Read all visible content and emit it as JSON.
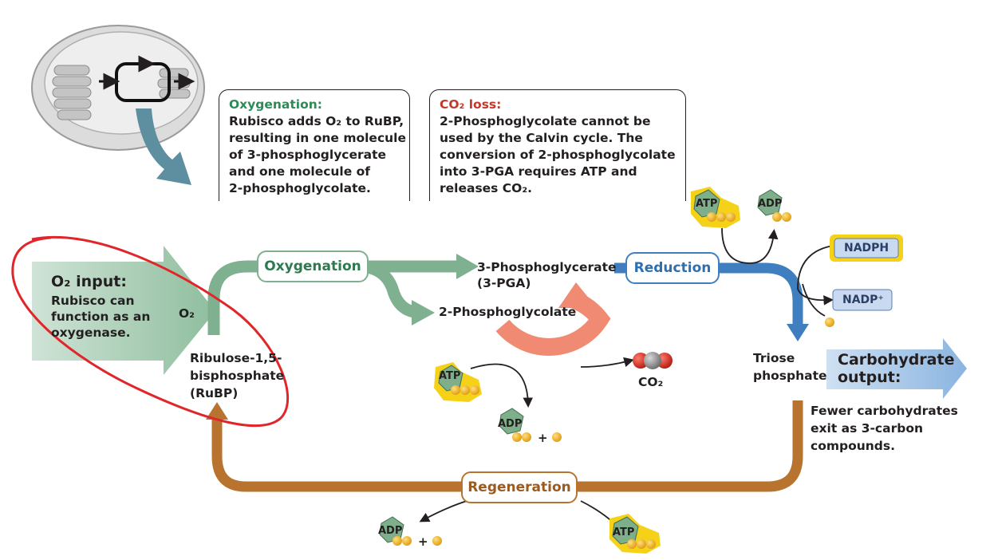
{
  "callouts": {
    "oxygenation": {
      "title": "Oxygenation:",
      "lines": [
        "Rubisco adds O₂ to RuBP,",
        "resulting in one molecule",
        "of 3-phosphoglycerate",
        "and one molecule of",
        "2-phosphoglycolate."
      ]
    },
    "co2_loss": {
      "title": "CO₂ loss:",
      "lines": [
        "2-Phosphoglycolate cannot be",
        "used by the Calvin cycle. The",
        "conversion of 2-phosphoglycolate",
        "into 3-PGA requires ATP and",
        "releases CO₂."
      ]
    }
  },
  "input": {
    "title": "O₂ input:",
    "lines": [
      "Rubisco can",
      "function as an",
      "oxygenase."
    ],
    "o2_label": "O₂"
  },
  "steps": {
    "oxygenation": "Oxygenation",
    "reduction": "Reduction",
    "regeneration": "Regeneration"
  },
  "compounds": {
    "pga_line1": "3-Phosphoglycerate",
    "pga_line2": "(3-PGA)",
    "phosphoglycolate": "2-Phosphoglycolate",
    "rubp_line1": "Ribulose-1,5-",
    "rubp_line2": "bisphosphate",
    "rubp_line3": "(RuBP)",
    "triose_line1": "Triose",
    "triose_line2": "phosphate",
    "co2": "CO₂"
  },
  "output": {
    "title_line1": "Carbohydrate",
    "title_line2": "output:",
    "lines": [
      "Fewer carbohydrates",
      "exit as 3-carbon",
      "compounds."
    ]
  },
  "molecules": {
    "atp": "ATP",
    "adp": "ADP",
    "nadph": "NADPH",
    "nadp": "NADP⁺",
    "plus": "+"
  },
  "colors": {
    "oxygenation_green": "#2e8b57",
    "arrow_green": "#7fb08f",
    "co2_red": "#c0392b",
    "reduction_blue": "#2e6fb0",
    "regeneration_brown": "#b8732f",
    "annotation_red": "#e0262b",
    "atp_yellow": "#f5d218",
    "phosphate_orange": "#f0a020"
  }
}
